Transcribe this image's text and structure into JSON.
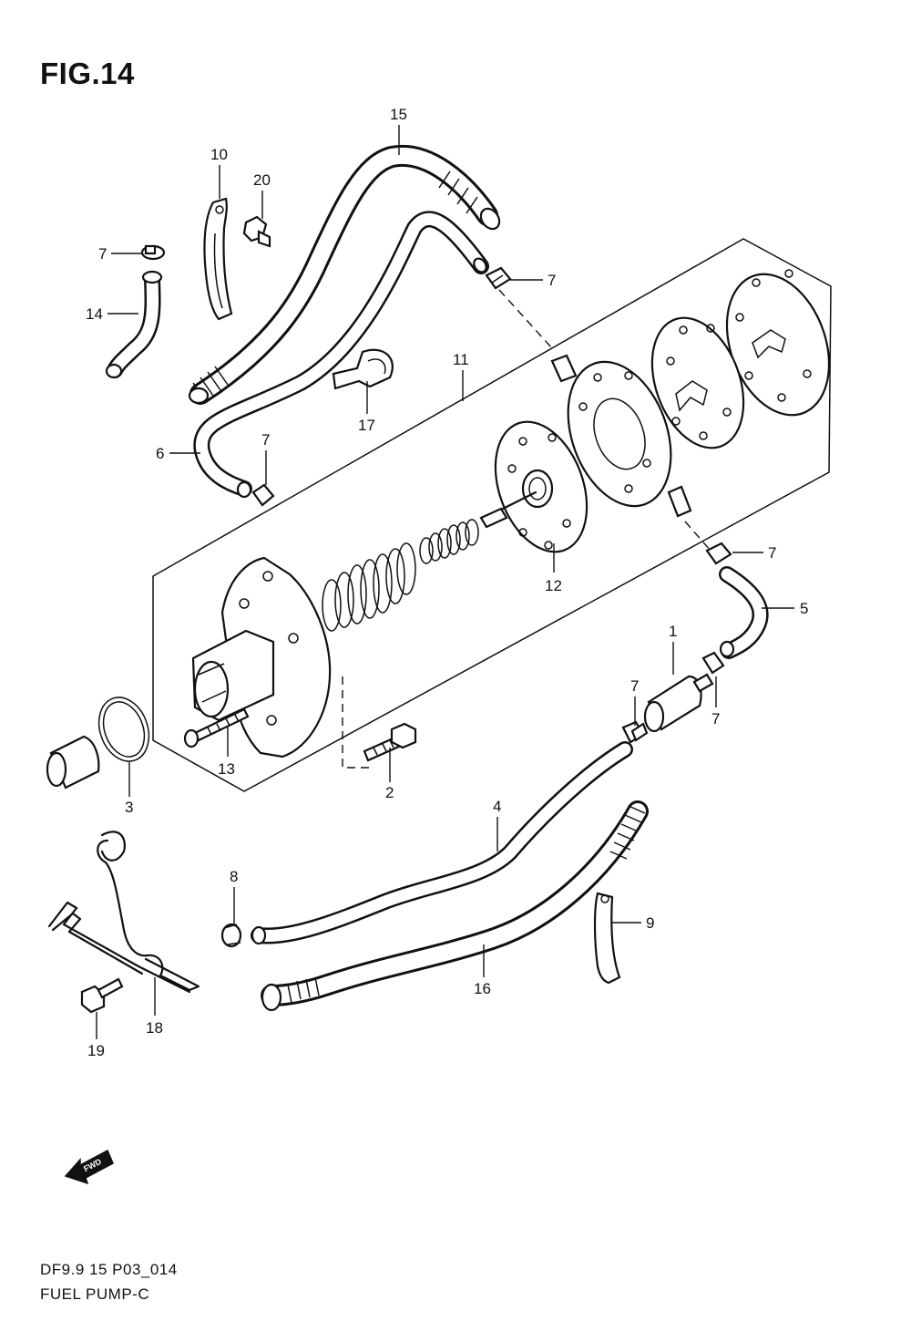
{
  "figure": {
    "title": "FIG.14"
  },
  "callouts": [
    "1",
    "2",
    "3",
    "4",
    "5",
    "6",
    "7",
    "8",
    "9",
    "10",
    "11",
    "12",
    "13",
    "14",
    "15",
    "16",
    "17",
    "18",
    "19",
    "20"
  ],
  "fwd_label": "FWD",
  "footer": {
    "code": "DF9.9 15 P03_014",
    "name": "FUEL PUMP-C"
  }
}
